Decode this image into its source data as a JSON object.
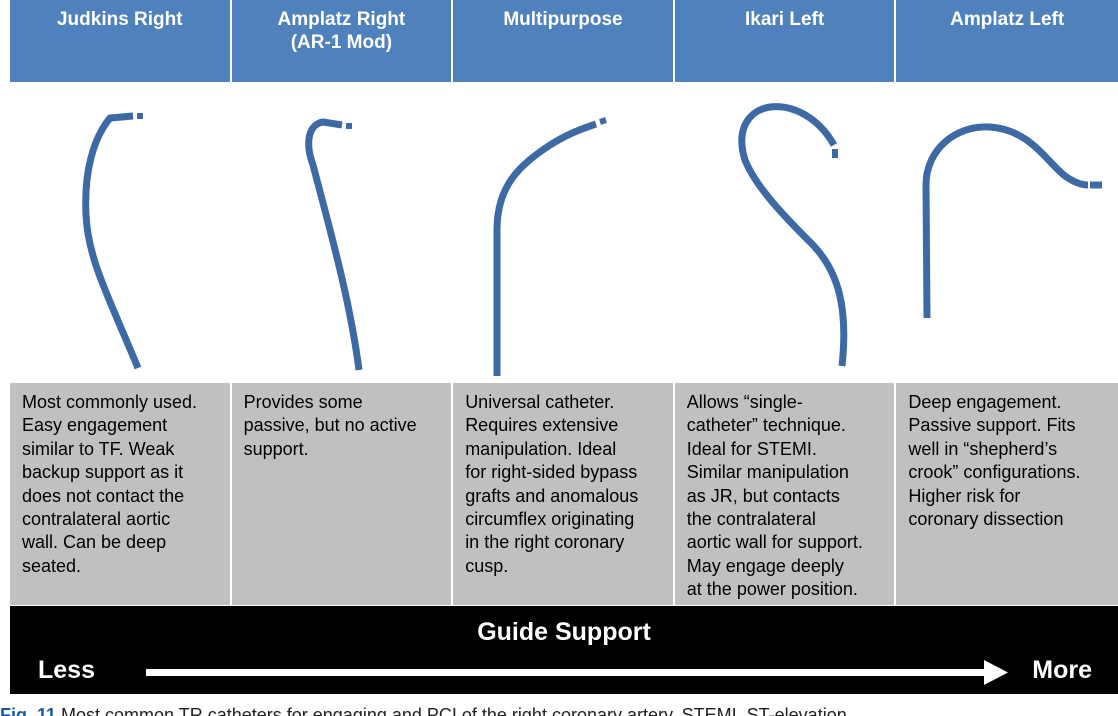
{
  "colors": {
    "header_bg": "#4f81bd",
    "catheter": "#3d6aa5",
    "desc_bg": "#c0c0c0",
    "bar_bg": "#000000"
  },
  "headers": [
    {
      "lines": [
        "Judkins Right"
      ]
    },
    {
      "lines": [
        "Amplatz Right",
        "(AR-1 Mod)"
      ]
    },
    {
      "lines": [
        "Multipurpose"
      ]
    },
    {
      "lines": [
        "Ikari Left"
      ]
    },
    {
      "lines": [
        "Amplatz Left"
      ]
    }
  ],
  "catheter_icons": [
    "judkins-right-catheter",
    "amplatz-right-catheter",
    "multipurpose-catheter",
    "ikari-left-catheter",
    "amplatz-left-catheter"
  ],
  "descriptions": [
    [
      "Most commonly used.",
      "Easy engagement",
      "similar to TF. Weak",
      "backup support as it",
      "does not contact the",
      "contralateral aortic",
      "wall. Can be deep",
      "seated."
    ],
    [
      "Provides some",
      "passive, but no active",
      "support."
    ],
    [
      "Universal catheter.",
      "Requires extensive",
      "manipulation. Ideal",
      "for right-sided bypass",
      "grafts and anomalous",
      "circumflex originating",
      "in the right coronary",
      "cusp."
    ],
    [
      "Allows “single-",
      "catheter” technique.",
      "Ideal for STEMI.",
      "Similar manipulation",
      "as JR, but contacts",
      "the contralateral",
      "aortic wall for support.",
      "May engage deeply",
      "at the power position."
    ],
    [
      "Deep engagement.",
      "Passive support. Fits",
      "well in “shepherd’s",
      "crook” configurations.",
      "Higher risk for",
      "coronary dissection"
    ]
  ],
  "support": {
    "title": "Guide Support",
    "less": "Less",
    "more": "More"
  },
  "caption": {
    "label": "Fig. 11",
    "text": " Most common TR catheters for engaging and PCI of the right coronary artery. STEMI, ST-elevation"
  }
}
